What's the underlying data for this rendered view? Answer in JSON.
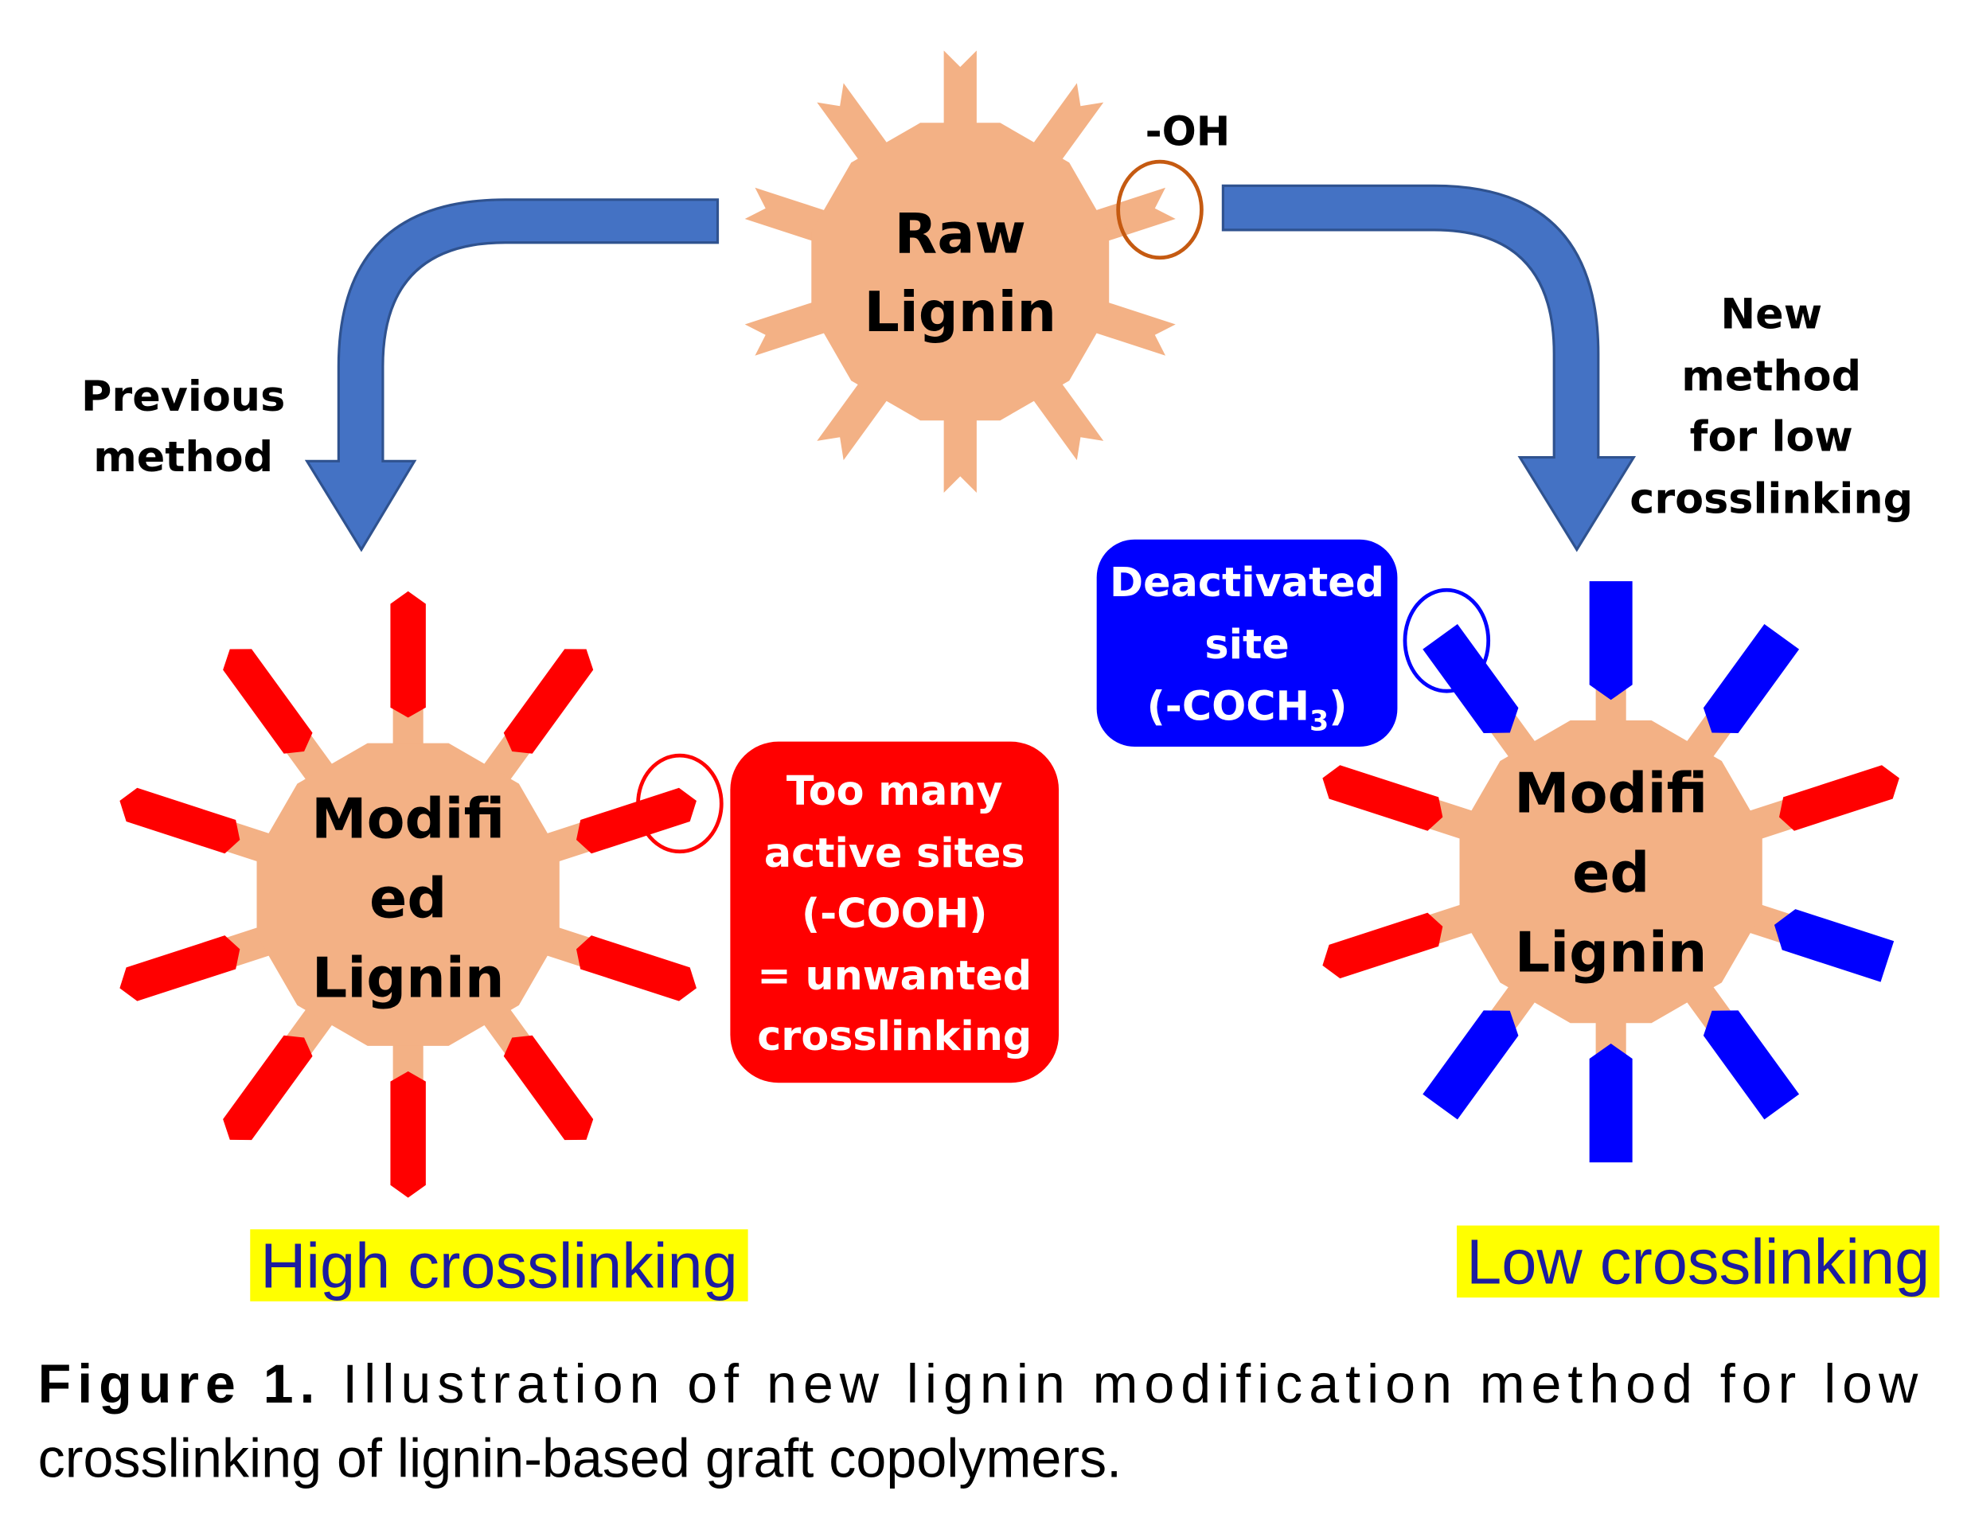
{
  "colors": {
    "lignin_body": "#F3B185",
    "arrow_fill": "#4472C4",
    "arrow_stroke": "#2F528F",
    "active_site": "#FF0000",
    "deactivated_site": "#0000FF",
    "oh_circle": "#C55A11",
    "highlight": "#FFFF00",
    "highlight_text": "#1C1CA0"
  },
  "raw_lignin": {
    "line1": "Raw",
    "line2": "Lignin",
    "oh_label": "-OH"
  },
  "left_branch": {
    "method_line1": "Previous",
    "method_line2": "method",
    "lignin": {
      "line1": "Modifi",
      "line2": "ed",
      "line3": "Lignin"
    },
    "arm_tips": [
      "red",
      "red",
      "red",
      "red",
      "red",
      "red",
      "red",
      "red",
      "red",
      "red"
    ],
    "callout": [
      "Too many",
      "active sites",
      "(-COOH)",
      "= unwanted",
      "crosslinking"
    ],
    "result": "High crosslinking"
  },
  "right_branch": {
    "method_lines": [
      "New",
      "method",
      "for low",
      "crosslinking"
    ],
    "lignin": {
      "line1": "Modifi",
      "line2": "ed",
      "line3": "Lignin"
    },
    "arm_tips": [
      "blue",
      "blue",
      "red",
      "blue",
      "blue",
      "blue",
      "blue",
      "red",
      "red",
      "blue"
    ],
    "callout": {
      "line1": "Deactivated",
      "line2": "site",
      "line3_pre": "(-COCH",
      "line3_sub": "3",
      "line3_post": ")"
    },
    "result": "Low crosslinking"
  },
  "caption": {
    "label": "Figure 1.",
    "line1_text": "Illustration of new lignin modification method for low",
    "line2_text": "crosslinking of lignin-based graft copolymers."
  }
}
